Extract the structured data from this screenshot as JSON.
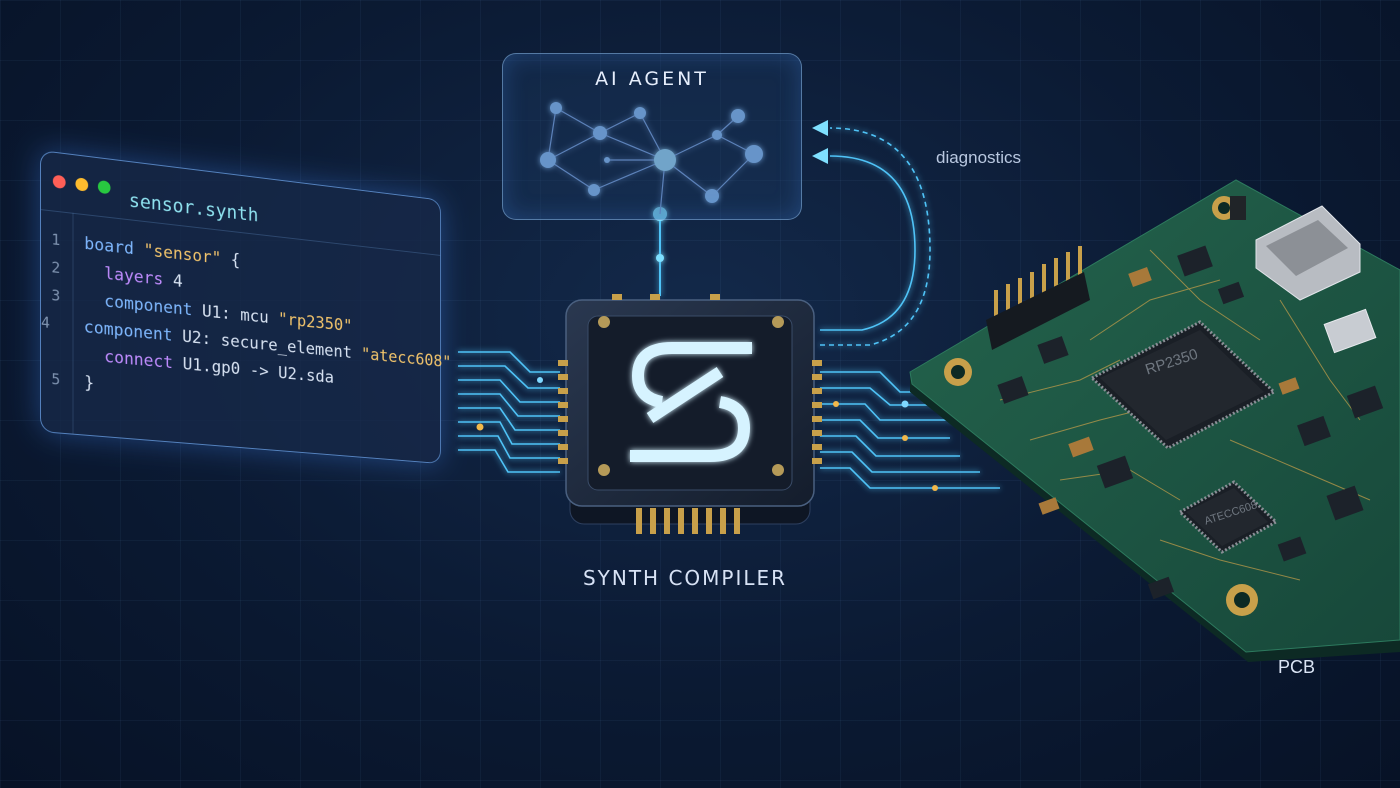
{
  "agent": {
    "title": "AI AGENT"
  },
  "arrow_label": "diagnostics",
  "compiler": {
    "label": "SYNTH COMPILER"
  },
  "pcb": {
    "label": "PCB",
    "chip_main": "RP2350",
    "chip_secure": "ATECC608"
  },
  "editor": {
    "filename": "sensor.synth",
    "lines": [
      {
        "num": "1",
        "parts": [
          {
            "t": "board ",
            "c": "kw"
          },
          {
            "t": "\"sensor\"",
            "c": "str"
          },
          {
            "t": " {",
            "c": "num"
          }
        ]
      },
      {
        "num": "2",
        "parts": [
          {
            "t": "  layers ",
            "c": "kw2"
          },
          {
            "t": "4",
            "c": "num"
          }
        ]
      },
      {
        "num": "3",
        "parts": [
          {
            "t": "  component ",
            "c": "kw"
          },
          {
            "t": "U1: mcu ",
            "c": "num"
          },
          {
            "t": "\"rp2350\"",
            "c": "str"
          }
        ]
      },
      {
        "num": "4",
        "parts": [
          {
            "t": "  component ",
            "c": "kw"
          },
          {
            "t": "U2: secure_element ",
            "c": "num"
          },
          {
            "t": "\"atecc608\"",
            "c": "str"
          }
        ]
      },
      {
        "num": "",
        "parts": [
          {
            "t": "  connect ",
            "c": "kw2"
          },
          {
            "t": "U1.gp0 -> U2.sda",
            "c": "num"
          }
        ]
      },
      {
        "num": "5",
        "parts": [
          {
            "t": "}",
            "c": "num"
          }
        ]
      }
    ]
  },
  "colors": {
    "accent": "#4fc3f7",
    "glow": "#7fd8ff",
    "dot_red": "#ff5f57",
    "dot_yellow": "#febc2e",
    "dot_green": "#28c840",
    "pcb_green": "#1f5c46",
    "gold": "#c8a04a"
  }
}
